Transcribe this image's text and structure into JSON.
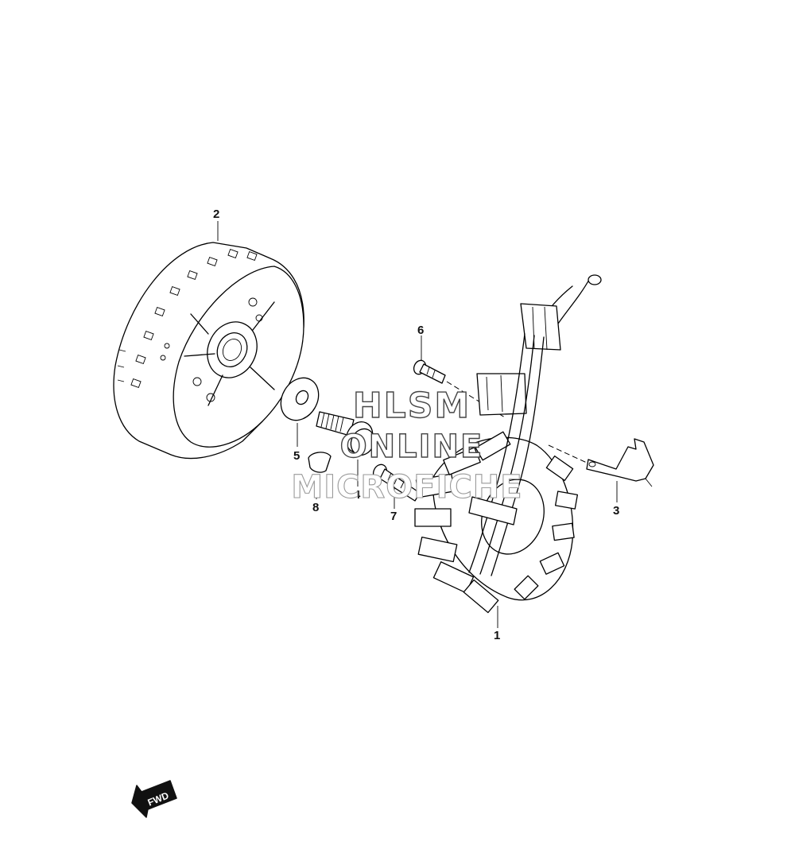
{
  "callouts": [
    {
      "id": "1",
      "label": "1"
    },
    {
      "id": "2",
      "label": "2"
    },
    {
      "id": "3",
      "label": "3"
    },
    {
      "id": "4",
      "label": "4"
    },
    {
      "id": "5",
      "label": "5"
    },
    {
      "id": "6",
      "label": "6"
    },
    {
      "id": "7",
      "label": "7"
    },
    {
      "id": "8",
      "label": "8"
    }
  ],
  "watermark": {
    "line1": "HLSM",
    "line2": "ONLINE",
    "line3": "MICROFICHE"
  },
  "direction_indicator": {
    "label": "FWD",
    "icon": "forward-arrow-icon"
  },
  "colors": {
    "line": "#000000",
    "background": "#ffffff",
    "watermark_outline": "#444444"
  }
}
